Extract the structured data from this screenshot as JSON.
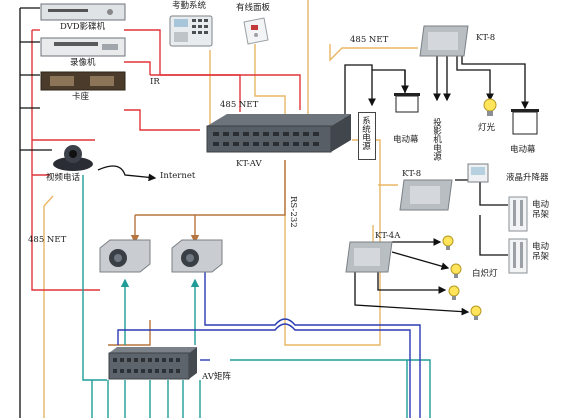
{
  "devices": {
    "dvd": "DVD影碟机",
    "vcr": "录像机",
    "tape_deck": "卡座",
    "video_phone": "视频电话",
    "attendance": "考勤系统",
    "wired_panel": "有线面板",
    "kt_av": "KT-AV",
    "kt_8_top": "KT-8",
    "kt_8_mid": "KT-8",
    "kt_4a": "KT-4A",
    "av_matrix": "AV矩阵",
    "system_power": "系统电源",
    "motor_screen_1": "电动幕",
    "projector_power": "投影机电源",
    "light": "灯光",
    "motor_screen_2": "电动幕",
    "lcd_lift": "液晶升降器",
    "motor_hanger_1": "电动吊架",
    "motor_hanger_2": "电动吊架",
    "incandescent": "白炽灯"
  },
  "signals": {
    "ir": "IR",
    "internet": "Internet",
    "net485_left": "485 NET",
    "net485_top": "485 NET",
    "net485_mid": "485 NET",
    "rs232": "RS-232"
  },
  "colors": {
    "control_red": "#e0353a",
    "net_orange": "#e8b765",
    "rs232_brown": "#b5753f",
    "video_teal": "#1f9c98",
    "audio_blue": "#2b3bb3",
    "relay_black": "#111111"
  }
}
